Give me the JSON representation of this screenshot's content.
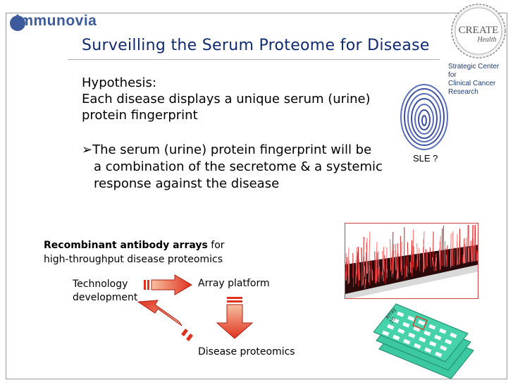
{
  "logo": {
    "text": "immunovia"
  },
  "create_logo": {
    "main": "CREATE",
    "sub": "Health"
  },
  "center": {
    "lines": [
      "Strategic Center",
      "for",
      "Clinical Cancer",
      "Research"
    ]
  },
  "slide": {
    "title": "Surveilling the Serum Proteome for Disease",
    "hypothesis": {
      "label": "Hypothesis:",
      "line1": "Each disease displays a unique serum (urine)",
      "line2": "protein fingerprint"
    },
    "bullet": {
      "line1": "➢The serum (urine) protein fingerprint will be",
      "line2": "a combination of the secretome & a systemic",
      "line3": "response against the disease"
    },
    "fingerprint_label": "SLE ?"
  },
  "diagram": {
    "heading_bold": "Recombinant antibody arrays",
    "heading_rest": " for",
    "heading_line2": "high-throughput disease proteomics",
    "technology_line1": "Technology",
    "technology_line2": "development",
    "array_platform": "Array platform",
    "disease_proteomics": "Disease proteomics",
    "slide_labels": [
      "Array",
      "10"
    ]
  },
  "colors": {
    "title_blue": "#102a72",
    "arrow_red": "#e0301e",
    "slide_green": "#3cc8a0"
  }
}
